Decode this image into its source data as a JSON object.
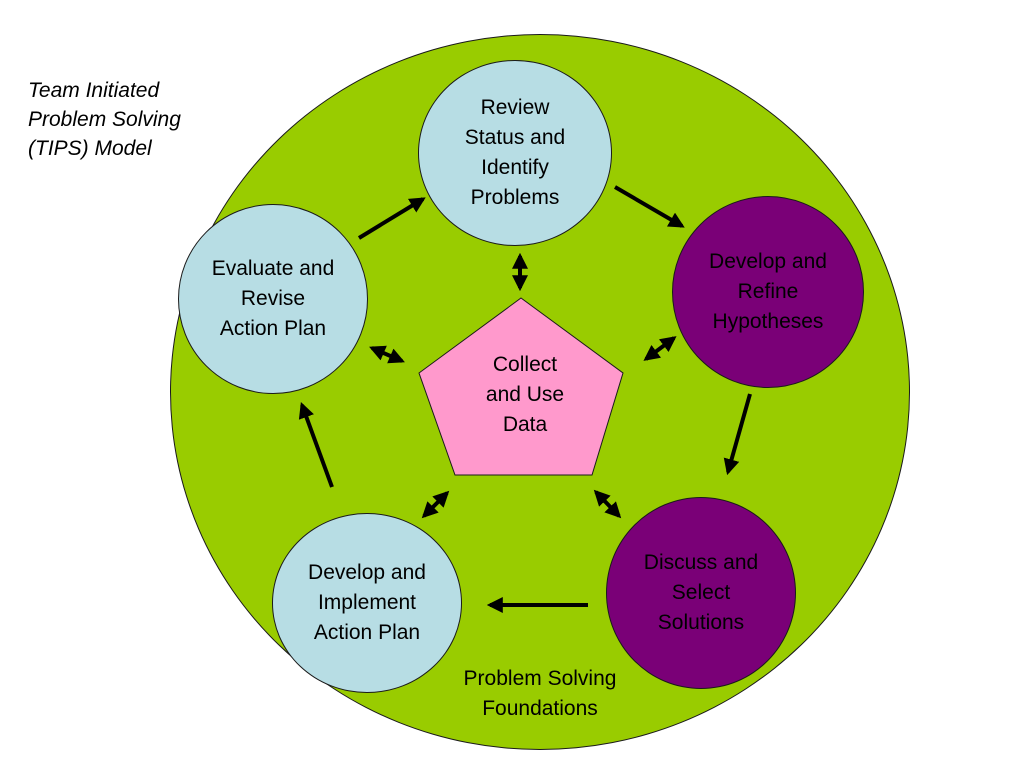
{
  "title": {
    "line1": "Team Initiated",
    "line2": "Problem Solving",
    "line3": "(TIPS) Model"
  },
  "nodes": {
    "review": [
      "Review",
      "Status and",
      "Identify",
      "Problems"
    ],
    "hypotheses": [
      "Develop and",
      "Refine",
      "Hypotheses"
    ],
    "discuss": [
      "Discuss and",
      "Select",
      "Solutions"
    ],
    "implement": [
      "Develop and",
      "Implement",
      "Action Plan"
    ],
    "evaluate": [
      "Evaluate and",
      "Revise",
      "Action Plan"
    ]
  },
  "center": [
    "Collect",
    "and Use",
    "Data"
  ],
  "foundation_label": [
    "Problem Solving",
    "Foundations"
  ],
  "colors": {
    "foundation": "#99cc00",
    "light_node": "#b7dde4",
    "dark_node": "#7a0077",
    "center": "#ff99cc"
  }
}
